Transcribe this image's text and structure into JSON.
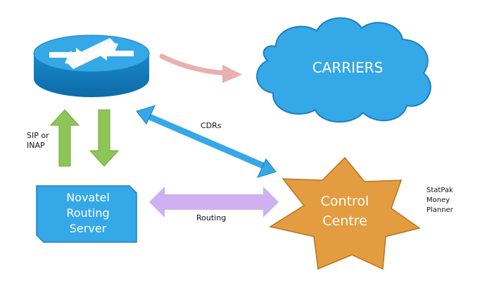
{
  "nodes": {
    "router": {
      "icon": "router-icon"
    },
    "carriers": {
      "label": "CARRIERS",
      "shape": "cloud",
      "color": "#35A8E8"
    },
    "routing_server": {
      "line1": "Novatel",
      "line2": "Routing",
      "line3": "Server",
      "color": "#35A8E8"
    },
    "control_centre": {
      "line1": "Control",
      "line2": "Centre",
      "shape": "star",
      "color": "#E39C3F"
    }
  },
  "labels": {
    "sip_line1": "SIP or",
    "sip_line2": "INAP",
    "cdrs": "CDRs",
    "routing": "Routing",
    "statpak_line1": "StatPak",
    "statpak_line2": "Money",
    "statpak_line3": "Planner"
  },
  "colors": {
    "green_arrow": "#8DC556",
    "blue_arrow": "#35A8E8",
    "lilac_arrow": "#CFB0F0",
    "pink_arrow": "#E8B0AE"
  }
}
